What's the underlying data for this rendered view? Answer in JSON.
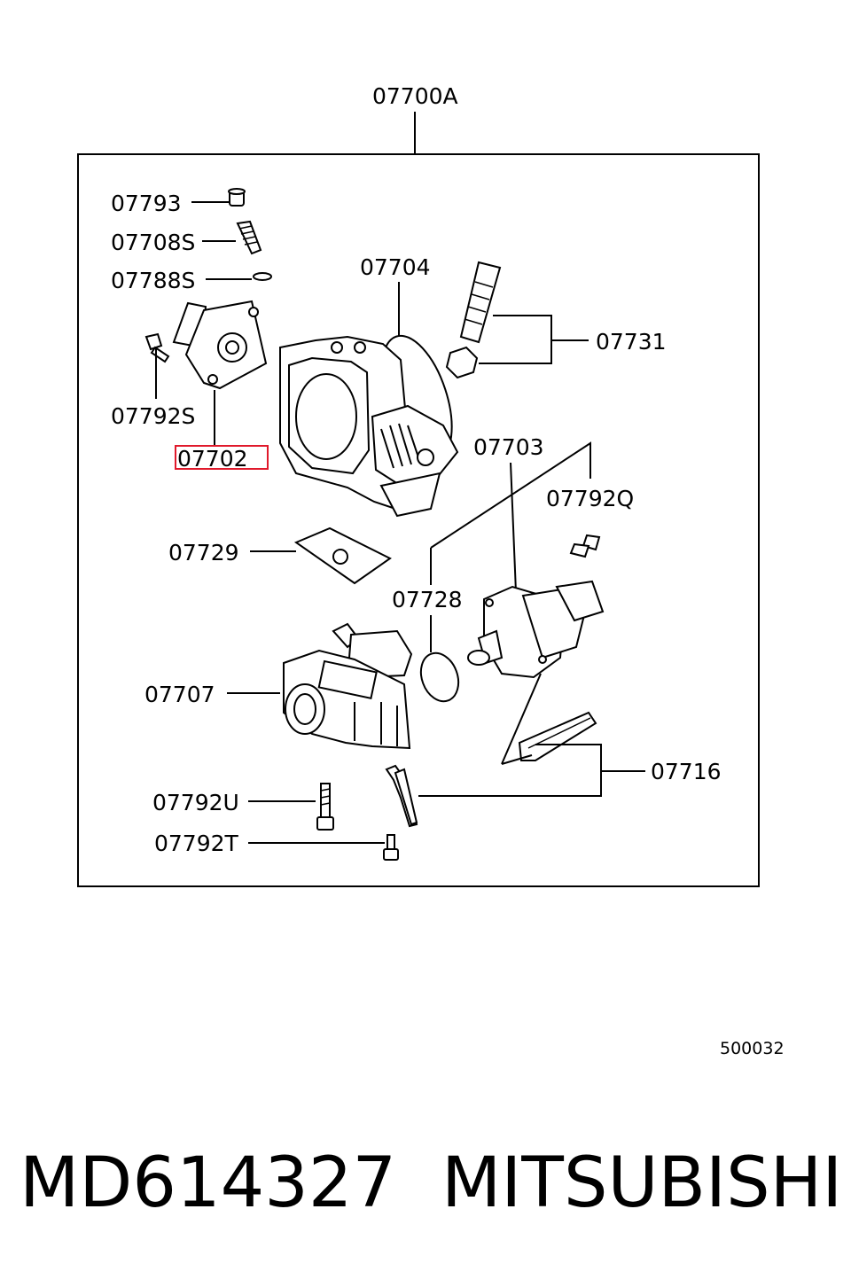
{
  "diagram": {
    "assembly_label": "07700A",
    "labels": {
      "p07793": "07793",
      "p07708S": "07708S",
      "p07788S": "07788S",
      "p07792S": "07792S",
      "p07702": "07702",
      "p07704": "07704",
      "p07731": "07731",
      "p07703": "07703",
      "p07792Q": "07792Q",
      "p07729": "07729",
      "p07728": "07728",
      "p07707": "07707",
      "p07716": "07716",
      "p07792U": "07792U",
      "p07792T": "07792T"
    },
    "highlighted_label": "07702",
    "highlight_color": "#e0192b",
    "reference_code": "500032"
  },
  "caption": {
    "part_number": "MD614327",
    "brand": "MITSUBISHI"
  }
}
